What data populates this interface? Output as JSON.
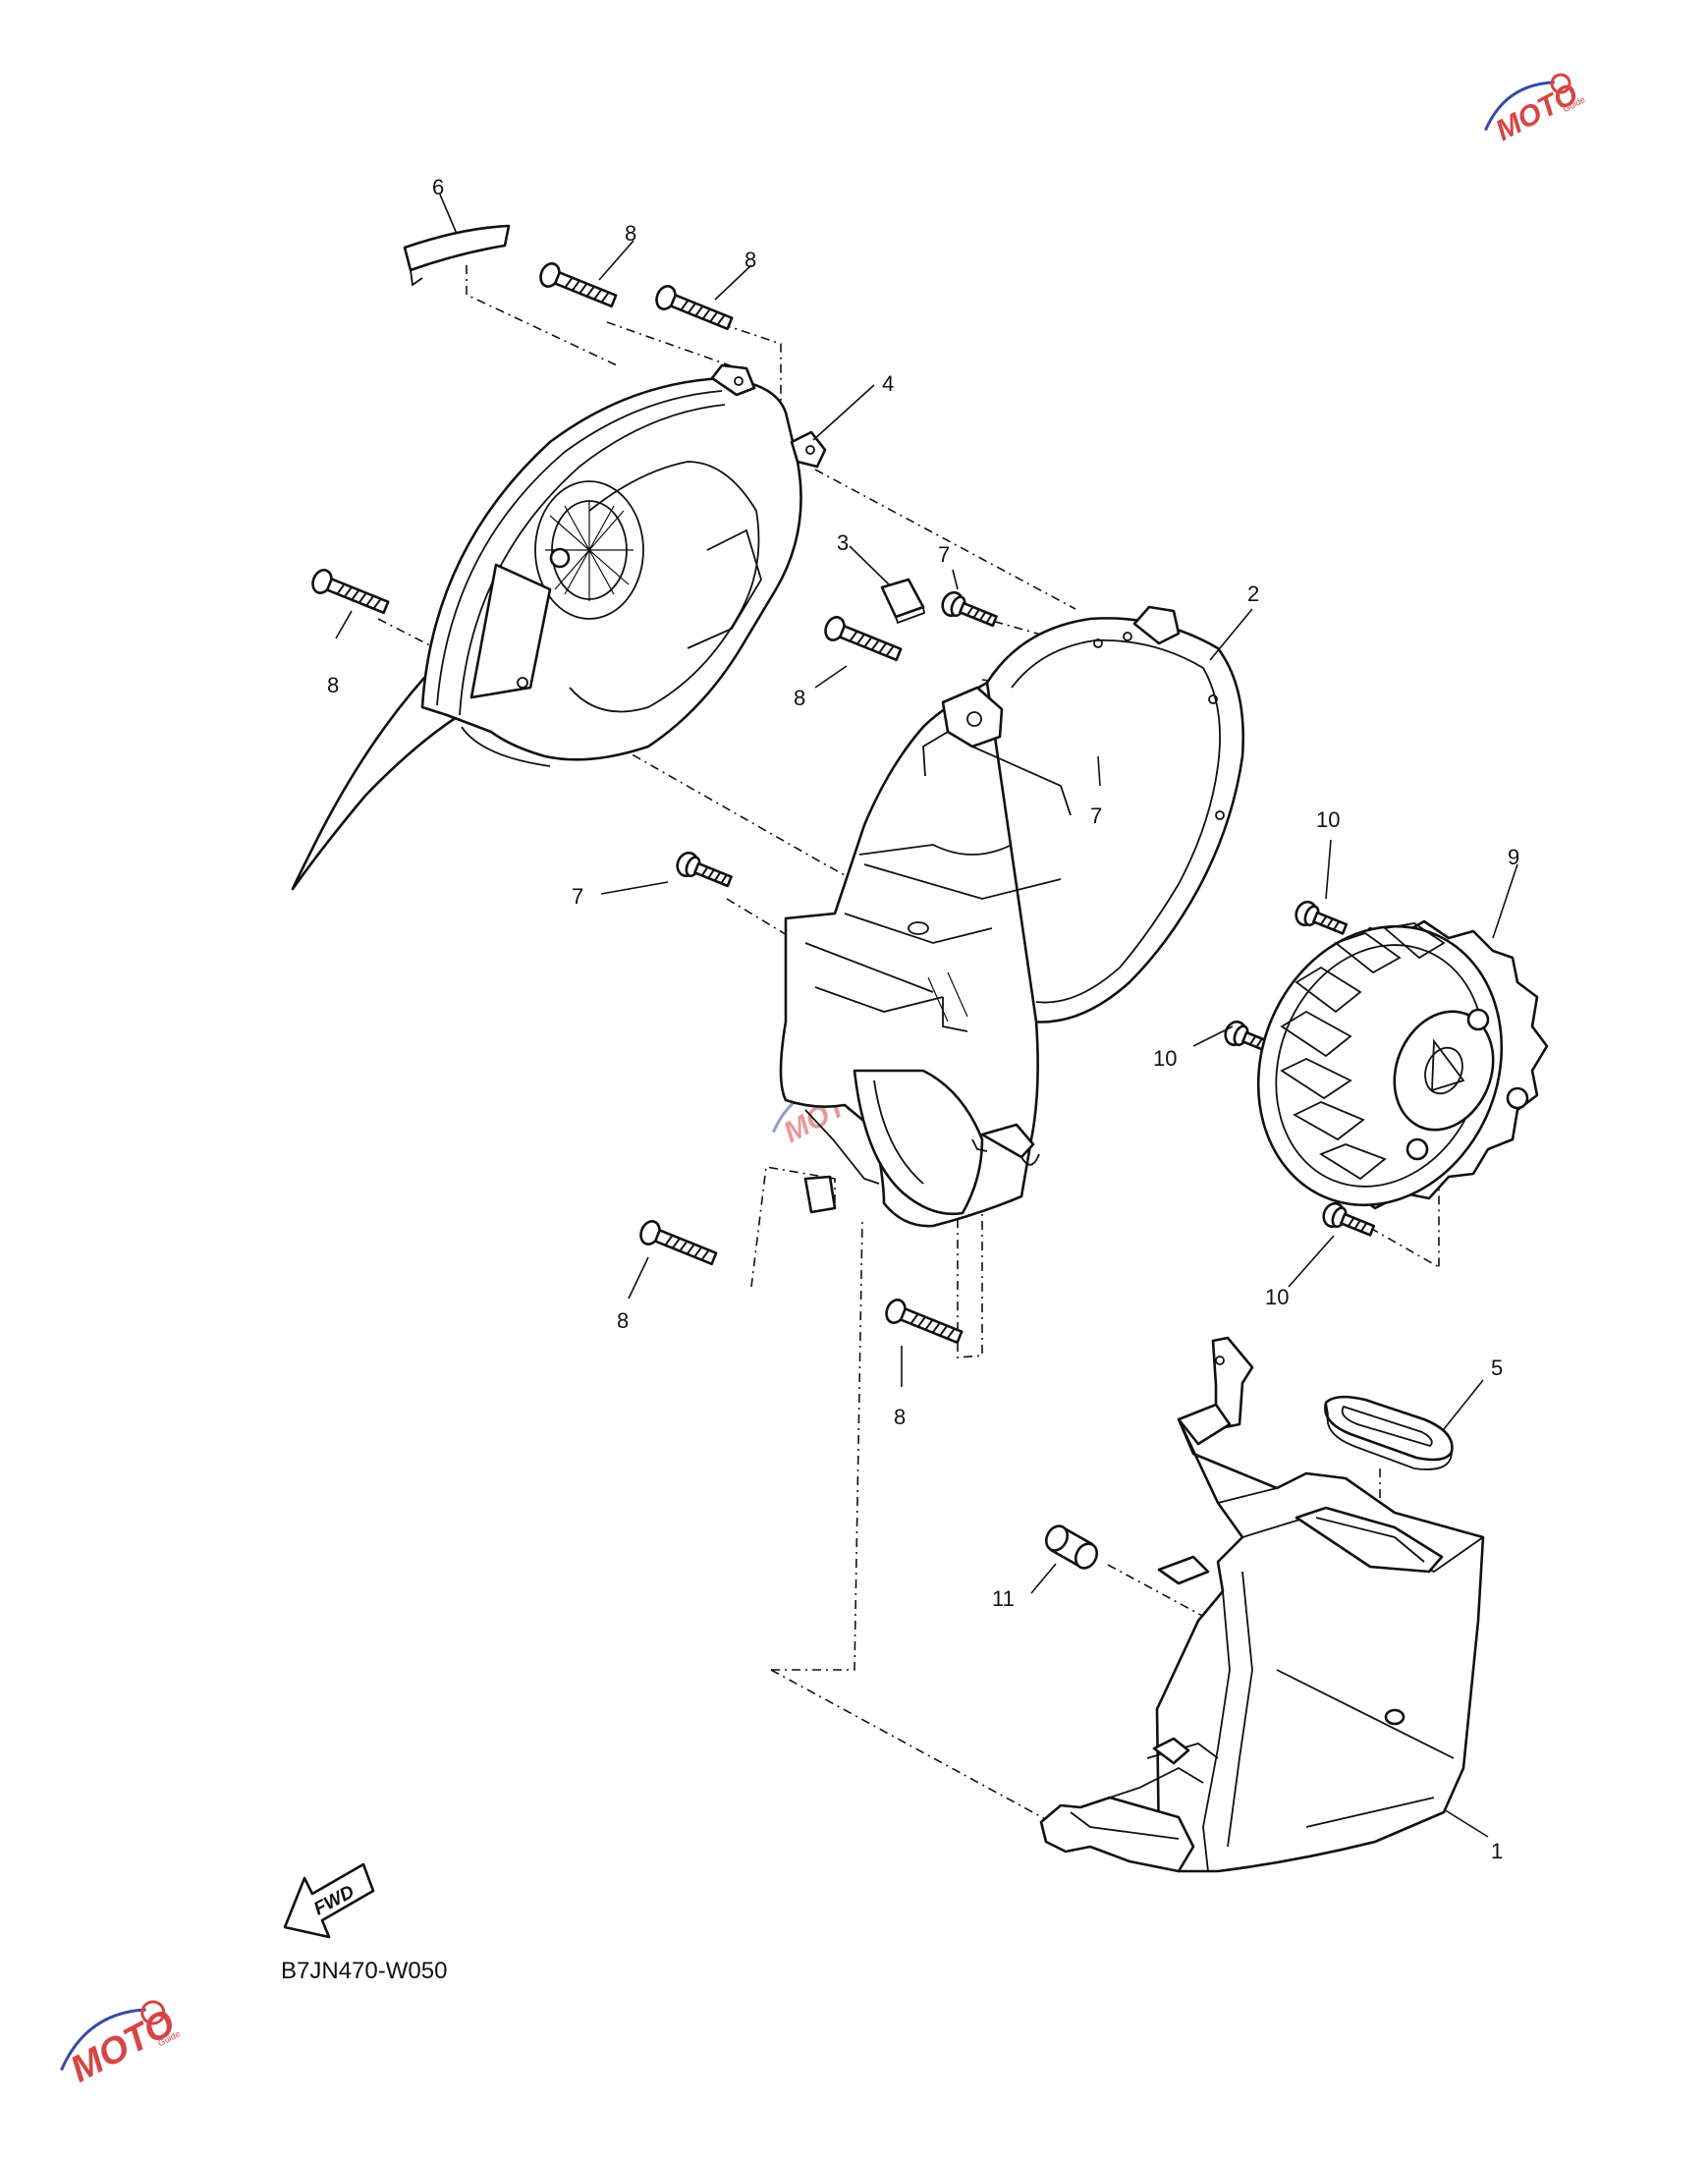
{
  "diagram_code": "B7JN470-W050",
  "fwd_label": "FWD",
  "watermark": {
    "brand": "MOTO",
    "sub": "Guide"
  },
  "callouts": {
    "c1": "1",
    "c2": "2",
    "c3": "3",
    "c4": "4",
    "c5": "5",
    "c6": "6",
    "c7a": "7",
    "c7b": "7",
    "c7c": "7",
    "c8a": "8",
    "c8b": "8",
    "c8c": "8",
    "c8d": "8",
    "c8e": "8",
    "c8f": "8",
    "c9": "9",
    "c10a": "10",
    "c10b": "10",
    "c10c": "10",
    "c11": "11"
  },
  "colors": {
    "line": "#111111",
    "watermark": "#d64545",
    "watermark_secondary": "#3a4aa8"
  }
}
